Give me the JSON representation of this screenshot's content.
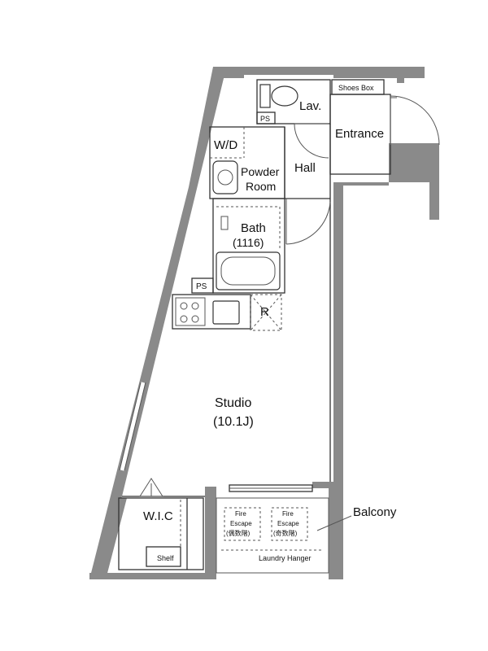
{
  "labels": {
    "shoes_box": "Shoes Box",
    "lav": "Lav.",
    "ps_top": "PS",
    "entrance": "Entrance",
    "wd": "W/D",
    "powder_room_line1": "Powder",
    "powder_room_line2": "Room",
    "hall": "Hall",
    "bath": "Bath",
    "bath_size": "(1116)",
    "ps_bath": "PS",
    "refrigerator": "R",
    "studio": "Studio",
    "studio_size": "(10.1J)",
    "wic": "W.I.C",
    "shelf": "Shelf",
    "balcony": "Balcony",
    "fire_escape_left_1": "Fire",
    "fire_escape_left_2": "Escape",
    "fire_escape_left_3": "(偶数階)",
    "fire_escape_right_1": "Fire",
    "fire_escape_right_2": "Escape",
    "fire_escape_right_3": "(奇数階)",
    "laundry_hanger": "Laundry Hanger"
  },
  "colors": {
    "wall": "#8a8a8a",
    "line": "#333333",
    "background": "#ffffff"
  }
}
